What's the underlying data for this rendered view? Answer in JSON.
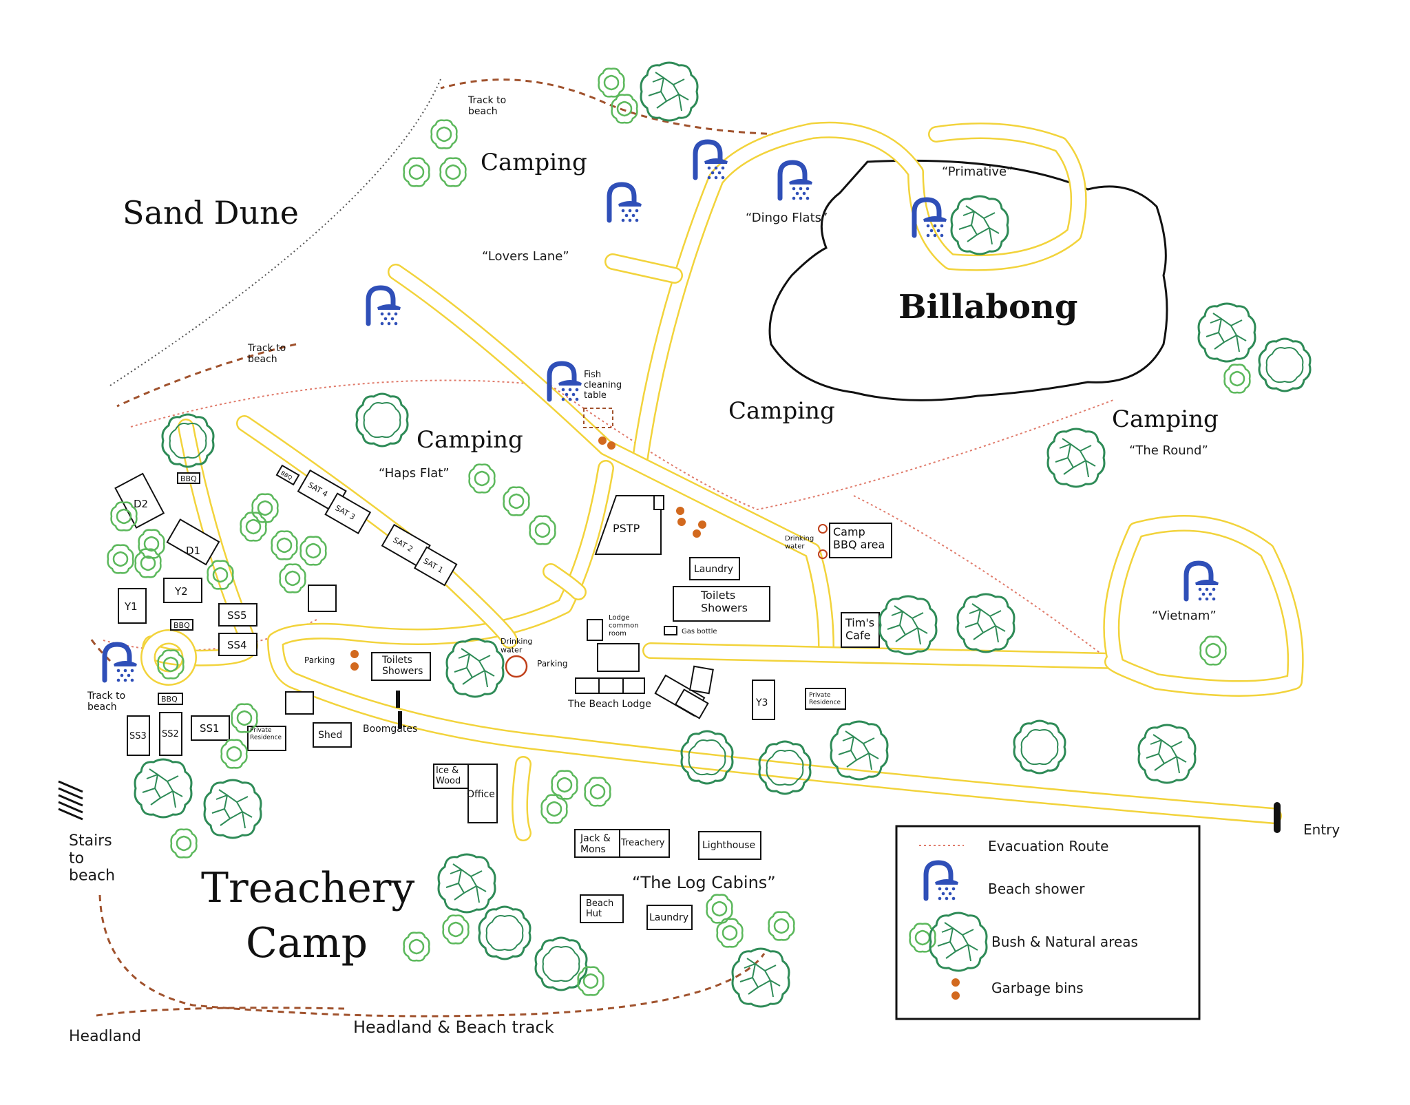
{
  "colors": {
    "road": "#f2d33b",
    "shower": "#2f4fb8",
    "bush": "#2e8b57",
    "bin": "#d2691e",
    "evacuation": "#e07b6b",
    "track": "#a0522d"
  },
  "title": {
    "line1": "Treachery",
    "line2": "Camp"
  },
  "areas": {
    "sand_dune": "Sand Dune",
    "billabong": "Billabong",
    "camping_top": "Camping",
    "lovers_lane": "“Lovers Lane”",
    "dingo_flats": "“Dingo Flats”",
    "primative": "“Primative”",
    "camping_haps": "Camping",
    "haps_flat": "“Haps Flat”",
    "camping_mid": "Camping",
    "camping_round": "Camping",
    "the_round": "“The Round”",
    "vietnam": "“Vietnam”",
    "log_cabins": "“The Log Cabins”"
  },
  "tracks": {
    "track_beach_top": "Track to\nbeach",
    "track_beach_mid": "Track to\nbeach",
    "track_beach_left": "Track to\nbeach",
    "stairs": "Stairs\nto\nbeach",
    "headland": "Headland",
    "beach_track": "Headland & Beach track",
    "entry": "Entry",
    "boomgates": "Boomgates"
  },
  "buildings": {
    "bbq1": "BBQ",
    "d2": "D2",
    "d1": "D1",
    "y1": "Y1",
    "y2": "Y2",
    "bbq2": "BBQ",
    "ss5": "SS5",
    "ss4": "SS4",
    "bbq3": "BBQ",
    "ss3": "SS3",
    "ss2": "SS2",
    "ss1": "SS1",
    "private1": "Private\nResidence",
    "shed": "Shed",
    "sat4": "SAT 4",
    "sat3": "SAT 3",
    "sat2": "SAT 2",
    "sat1": "SAT 1",
    "bbq_sat": "BBQ",
    "toilets1": "Toilets\nShowers",
    "pstp": "PSTP",
    "laundry1": "Laundry",
    "toilets2": "Toilets\nShowers",
    "camp_bbq": "Camp\nBBQ area",
    "lodge_common": "Lodge\ncommon\nroom",
    "gas_bottle": "Gas bottle",
    "beach_lodge": "The Beach Lodge",
    "timscafe": "Tim's\nCafe",
    "y3": "Y3",
    "private2": "Private\nResidence",
    "ice_wood": "Ice &\nWood",
    "office": "Office",
    "jack_mons": "Jack &\nMons",
    "treachery": "Treachery",
    "lighthouse": "Lighthouse",
    "beach_hut": "Beach\nHut",
    "laundry2": "Laundry",
    "fish_table": "Fish\ncleaning\ntable",
    "drinking1": "Drinking\nwater",
    "drinking2": "Drinking\nwater",
    "parking1": "Parking",
    "parking2": "Parking"
  },
  "legend": {
    "evacuation": "Evacuation Route",
    "shower": "Beach shower",
    "bush": "Bush & Natural areas",
    "bins": "Garbage bins"
  }
}
